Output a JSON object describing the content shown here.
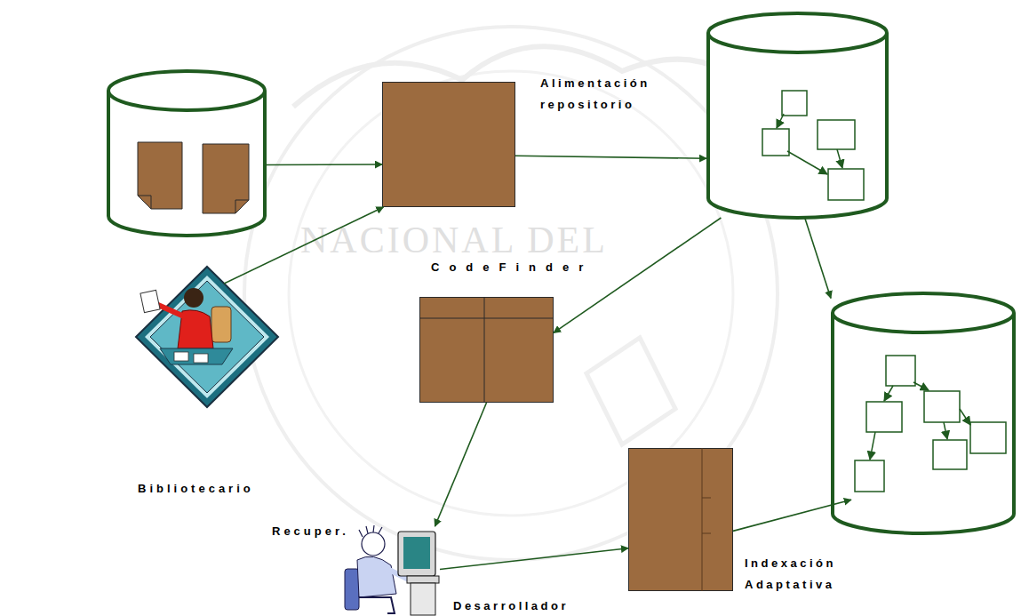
{
  "diagram": {
    "nodes": [
      {
        "text": []
      },
      {
        "text": []
      },
      {
        "text": []
      },
      {
        "text": [
          "CodeFinder"
        ]
      },
      {
        "text": [
          "Bibliotecario"
        ]
      },
      {
        "text": []
      },
      {
        "text": [
          "Desarrollador"
        ]
      },
      {
        "text": []
      }
    ],
    "edges": [
      {
        "from": 0,
        "to": 1,
        "arrow": "to"
      },
      {
        "from": 4,
        "to": 1,
        "arrow": "to"
      },
      {
        "from": 1,
        "to": 2,
        "label": "Alimentación repositorio",
        "arrow": "to"
      },
      {
        "from": 2,
        "to": 3,
        "arrow": "to"
      },
      {
        "from": 2,
        "to": 5,
        "arrow": "to"
      },
      {
        "from": 3,
        "to": 6,
        "label": "Recuper.",
        "arrow": "to"
      },
      {
        "from": 6,
        "to": 7,
        "arrow": "to"
      },
      {
        "from": 7,
        "to": 5,
        "label": "Indexación Adaptativa",
        "arrow": "to"
      }
    ],
    "labels": [
      "NACIONAL DEL"
    ]
  }
}
